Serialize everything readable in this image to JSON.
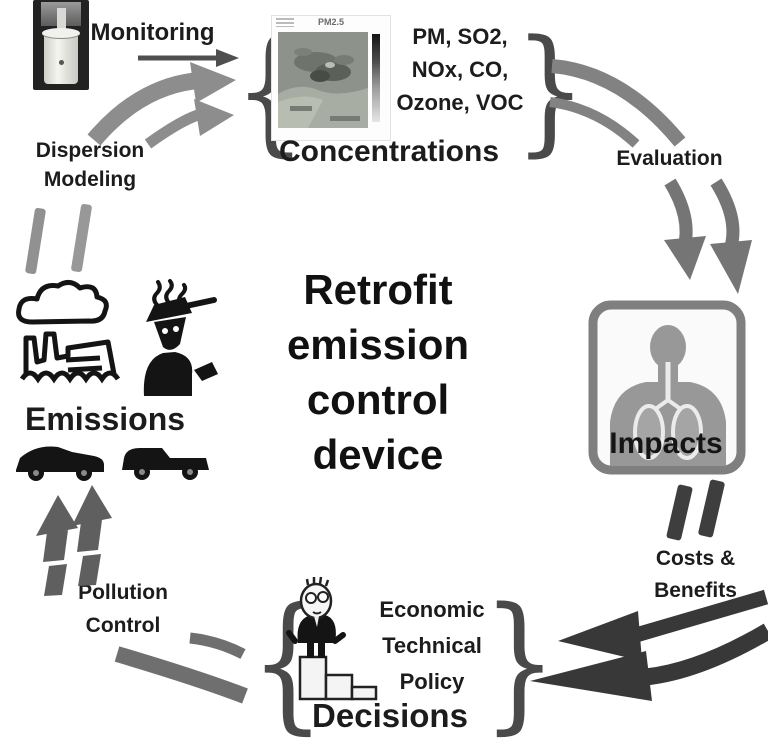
{
  "title": {
    "lines": [
      "Retrofit",
      "emission",
      "control",
      "device"
    ]
  },
  "nodes": {
    "monitoring_label": "Monitoring",
    "dispersion_modeling": {
      "line1": "Dispersion",
      "line2": "Modeling"
    },
    "concentrations": {
      "label": "Concentrations",
      "pollutants": [
        "PM, SO2,",
        "NOx, CO,",
        "Ozone, VOC"
      ],
      "map_title": "PM2.5"
    },
    "evaluation_label": "Evaluation",
    "impacts_label": "Impacts",
    "costs_benefits": {
      "line1": "Costs &",
      "line2": "Benefits"
    },
    "decisions": {
      "label": "Decisions",
      "criteria": [
        "Economic",
        "Technical",
        "Policy"
      ]
    },
    "pollution_control": {
      "line1": "Pollution",
      "line2": "Control"
    },
    "emissions_label": "Emissions"
  },
  "glyphs": {
    "open_brace": "{",
    "close_brace": "}"
  },
  "icons": {
    "monitoring_photo": "air-monitoring-device-photo",
    "map": "pm25-concentration-map",
    "impacts_figure": "human-respiratory-silhouette",
    "emissions_factory": "factory-smoke-icon",
    "emissions_person": "smoking-grill-person-icon",
    "emissions_car": "sedan-car-icon",
    "emissions_truck": "pickup-truck-icon",
    "decisions_figure": "businessman-on-podium-icon"
  },
  "colors": {
    "text": "#1c1c1c",
    "arrow_light_gray": "#8d8d8d",
    "arrow_mid_gray": "#757575",
    "arrow_dark_gray": "#4f4f4f",
    "arrow_darkest": "#383838",
    "impacts_border": "#7f7f7f",
    "figure_gray": "#989898",
    "brace_gray": "#4a4a4a"
  }
}
